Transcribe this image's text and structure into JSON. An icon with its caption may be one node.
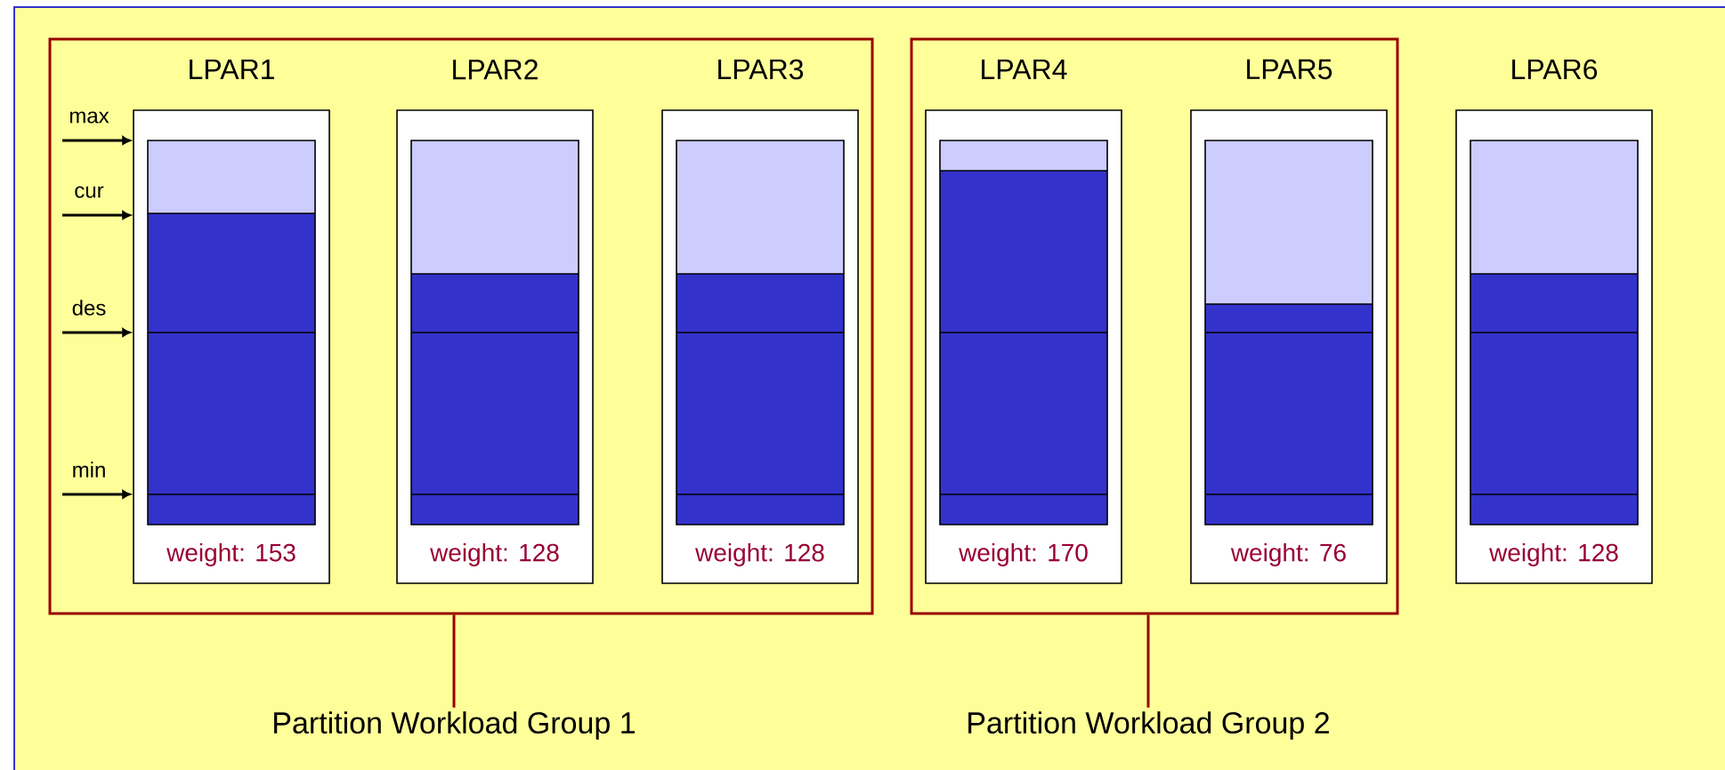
{
  "diagram": {
    "nodes": [
      {
        "text": [],
        "shape": "box"
      },
      {
        "text": [
          "LPAR1",
          "weight: 153"
        ],
        "in": 0
      },
      {
        "text": [
          "LPAR2",
          "weight: 128"
        ],
        "in": 0
      },
      {
        "text": [
          "LPAR3",
          "weight: 128"
        ],
        "in": 0
      },
      {
        "text": [],
        "shape": "box"
      },
      {
        "text": [
          "LPAR4",
          "weight: 170"
        ],
        "in": 4
      },
      {
        "text": [
          "LPAR5",
          "weight: 76"
        ],
        "in": 4
      },
      {
        "text": [
          "LPAR6",
          "weight: 128"
        ]
      },
      {
        "text": [
          "Partition Workload Group 1"
        ]
      },
      {
        "text": [
          "Partition Workload Group 2"
        ]
      }
    ],
    "edges": [
      {
        "from": 8,
        "to": 0,
        "arrow": "none",
        "color": "#990000"
      },
      {
        "from": 9,
        "to": 4,
        "arrow": "none",
        "color": "#990000"
      },
      {
        "from": null,
        "to": 1,
        "arrow": "to",
        "label": "max"
      },
      {
        "from": null,
        "to": 1,
        "arrow": "to",
        "label": "cur"
      },
      {
        "from": null,
        "to": 1,
        "arrow": "to",
        "label": "des"
      },
      {
        "from": null,
        "to": 1,
        "arrow": "to",
        "label": "min"
      }
    ]
  }
}
